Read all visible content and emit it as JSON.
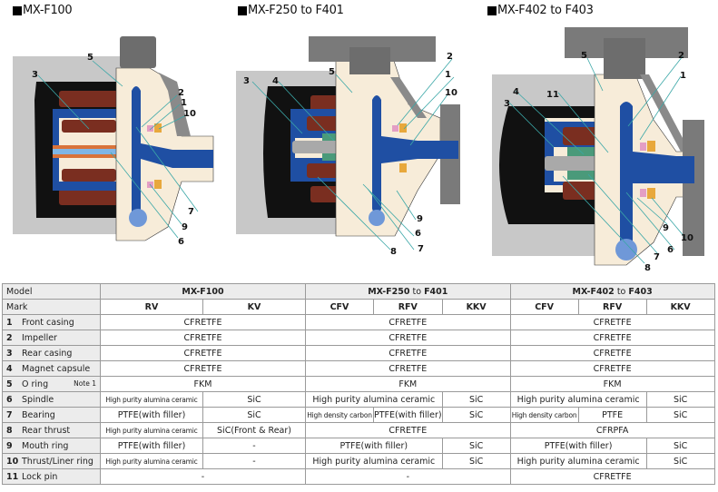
{
  "diagrams": [
    {
      "title": "MX-F100",
      "callouts": [
        "5",
        "3",
        "2",
        "1",
        "10",
        "7",
        "9",
        "6"
      ]
    },
    {
      "title": "MX-F250 to F401",
      "callouts": [
        "5",
        "3",
        "4",
        "2",
        "1",
        "10",
        "9",
        "6",
        "7",
        "8"
      ]
    },
    {
      "title": "MX-F402 to F403",
      "callouts": [
        "5",
        "4",
        "11",
        "3",
        "2",
        "1",
        "9",
        "10",
        "6",
        "7",
        "8"
      ]
    }
  ],
  "colors": {
    "casing_gray": "#8a8a8a",
    "frame_light_gray": "#c8c8c8",
    "fluid_blue": "#1f4fa3",
    "magnet_brown": "#7a2e20",
    "liner_cream": "#f7ecd9",
    "leader_teal": "#3aa7a7",
    "table_header_bg": "#ececec",
    "table_border": "#9a9a9a"
  },
  "table": {
    "model_label": "Model",
    "mark_label": "Mark",
    "models": [
      {
        "prefix": "MX-F100",
        "to": "",
        "suffix": ""
      },
      {
        "prefix": "MX-F250",
        "to": " to ",
        "suffix": "F401"
      },
      {
        "prefix": "MX-F402",
        "to": " to ",
        "suffix": "F403"
      }
    ],
    "marks": [
      "RV",
      "KV",
      "CFV",
      "RFV",
      "KKV",
      "CFV",
      "RFV",
      "KKV"
    ],
    "rows": [
      {
        "num": "1",
        "part": "Front casing",
        "note": "",
        "g1": [
          "CFRETFE"
        ],
        "g2": [
          "CFRETFE"
        ],
        "g3": [
          "CFRETFE"
        ]
      },
      {
        "num": "2",
        "part": "Impeller",
        "note": "",
        "g1": [
          "CFRETFE"
        ],
        "g2": [
          "CFRETFE"
        ],
        "g3": [
          "CFRETFE"
        ]
      },
      {
        "num": "3",
        "part": "Rear casing",
        "note": "",
        "g1": [
          "CFRETFE"
        ],
        "g2": [
          "CFRETFE"
        ],
        "g3": [
          "CFRETFE"
        ]
      },
      {
        "num": "4",
        "part": "Magnet capsule",
        "note": "",
        "g1": [
          "CFRETFE"
        ],
        "g2": [
          "CFRETFE"
        ],
        "g3": [
          "CFRETFE"
        ]
      },
      {
        "num": "5",
        "part": "O ring",
        "note": "Note 1",
        "g1": [
          "FKM"
        ],
        "g2": [
          "FKM"
        ],
        "g3": [
          "FKM"
        ]
      },
      {
        "num": "6",
        "part": "Spindle",
        "note": "",
        "g1": [
          "High purity alumina ceramic",
          "SiC"
        ],
        "g2": [
          "High purity alumina ceramic",
          "SiC"
        ],
        "g3": [
          "High purity alumina ceramic",
          "SiC"
        ]
      },
      {
        "num": "7",
        "part": "Bearing",
        "note": "",
        "g1": [
          "PTFE(with filler)",
          "SiC"
        ],
        "g2": [
          "High density carbon",
          "PTFE(with filler)",
          "SiC"
        ],
        "g3": [
          "High density carbon",
          "PTFE",
          "SiC"
        ]
      },
      {
        "num": "8",
        "part": "Rear thrust",
        "note": "",
        "g1": [
          "High purity alumina ceramic",
          "SiC(Front & Rear)"
        ],
        "g2": [
          "CFRETFE"
        ],
        "g3": [
          "CFRPFA"
        ]
      },
      {
        "num": "9",
        "part": "Mouth ring",
        "note": "",
        "g1": [
          "PTFE(with filler)",
          "-"
        ],
        "g2": [
          "PTFE(with filler)",
          "SiC"
        ],
        "g3": [
          "PTFE(with filler)",
          "SiC"
        ]
      },
      {
        "num": "10",
        "part": "Thrust/Liner ring",
        "note": "",
        "g1": [
          "High purity alumina ceramic",
          "-"
        ],
        "g2": [
          "High purity alumina ceramic",
          "SiC"
        ],
        "g3": [
          "High purity alumina ceramic",
          "SiC"
        ]
      },
      {
        "num": "11",
        "part": "Lock pin",
        "note": "",
        "g1": [
          "-"
        ],
        "g2": [
          "-"
        ],
        "g3": [
          "CFRETFE"
        ]
      }
    ]
  }
}
